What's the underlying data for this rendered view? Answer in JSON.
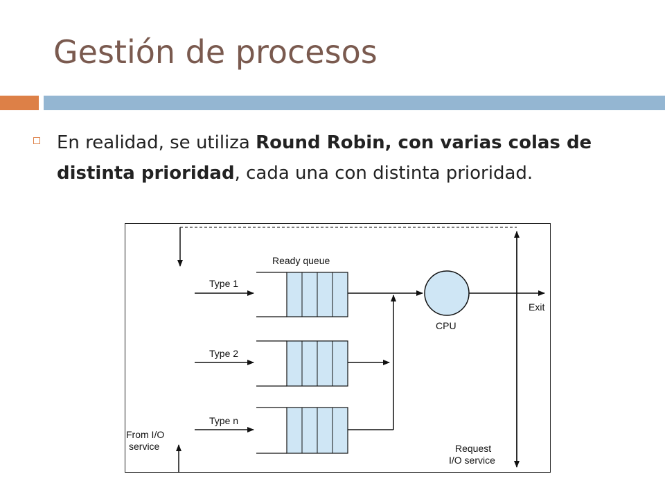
{
  "slide": {
    "title": "Gestión de procesos",
    "bullet_prefix": "En realidad, se utiliza ",
    "bullet_bold": "Round Robin, con varias colas de distinta prioridad",
    "bullet_suffix": ", cada una con distinta prioridad."
  },
  "diagram": {
    "ready_queue": "Ready queue",
    "type1": "Type 1",
    "type2": "Type 2",
    "typen": "Type n",
    "cpu": "CPU",
    "exit": "Exit",
    "from_io_1": "From I/O",
    "from_io_2": "service",
    "request_1": "Request",
    "request_2": "I/O service"
  },
  "colors": {
    "title": "#7a5a4f",
    "accent_orange": "#dd8047",
    "accent_blue": "#94b6d2",
    "queue_fill": "#cfe6f5",
    "cpu_fill": "#cfe6f5"
  }
}
